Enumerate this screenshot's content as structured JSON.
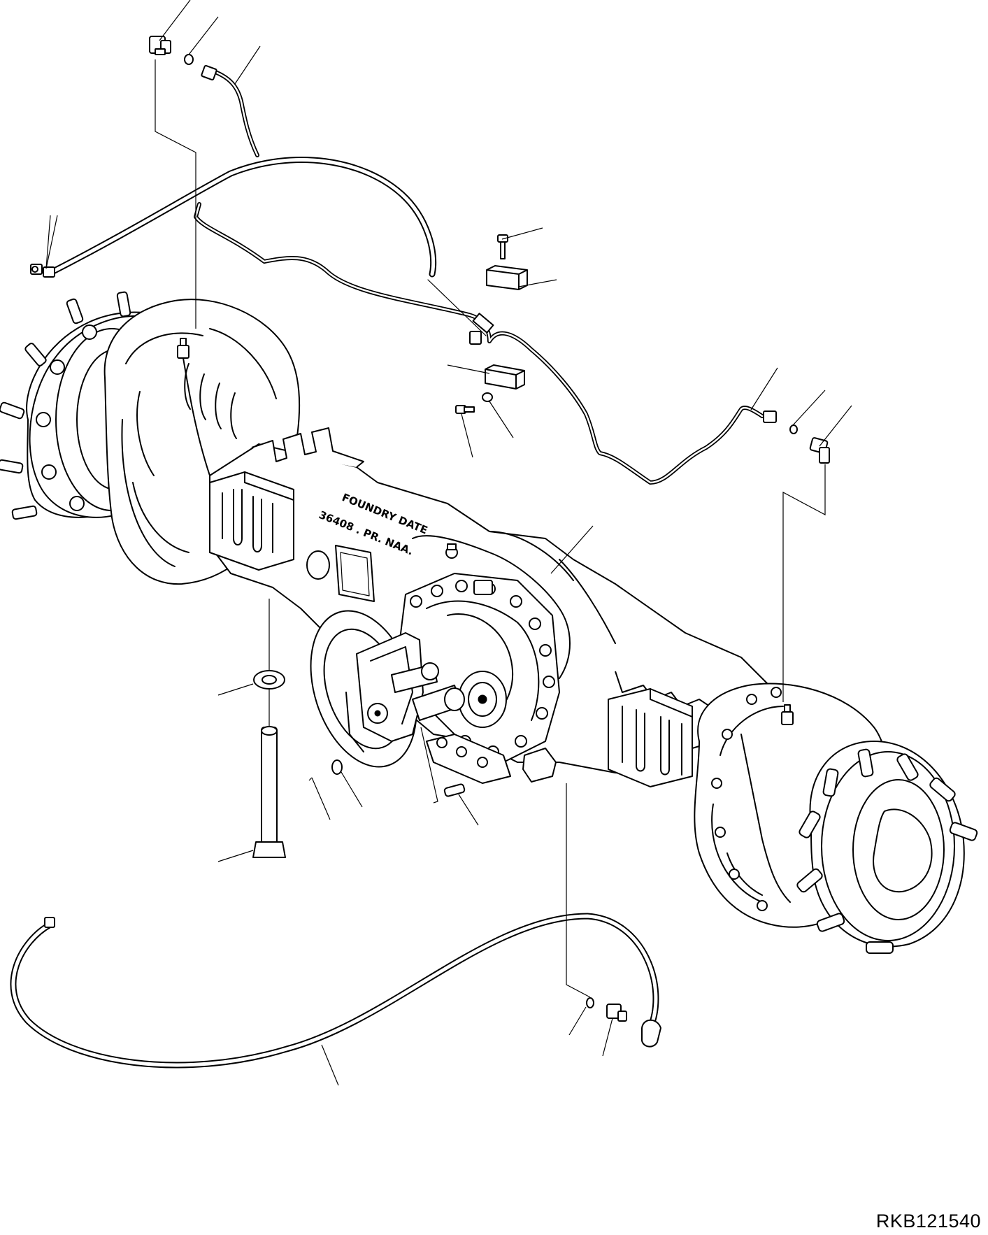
{
  "drawing": {
    "code": "RKB121540",
    "casting_text": {
      "foundry_date": "FOUNDRY  DATE",
      "part_mark": "36408 . PR. NAA."
    }
  }
}
